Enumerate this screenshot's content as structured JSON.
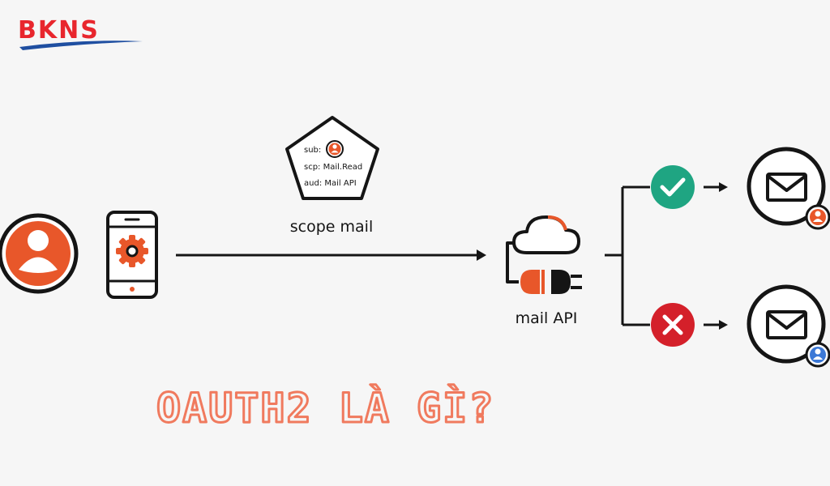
{
  "brand": {
    "logo_text": "BKNS",
    "colors": {
      "red": "#e8262d",
      "blue": "#1f4fa1"
    }
  },
  "token": {
    "sub_label": "sub:",
    "scp_line": "scp: Mail.Read",
    "aud_line": "aud: Mail API"
  },
  "labels": {
    "scope": "scope mail",
    "api": "mail API"
  },
  "heading": {
    "text": "OAUTH2 LÀ GÌ?",
    "color": "#f07a5e"
  },
  "icons": {
    "user": "user-avatar-icon",
    "phone": "smartphone-gear-icon",
    "cloud": "cloud-icon",
    "plug": "plug-icon",
    "check": "check-circle-icon",
    "cross": "x-circle-icon",
    "mail": "envelope-icon"
  },
  "colors": {
    "accent": "#e8572a",
    "success": "#1fa582",
    "error": "#d4202a",
    "stroke": "#151515",
    "badge_blue": "#3b78d6"
  }
}
